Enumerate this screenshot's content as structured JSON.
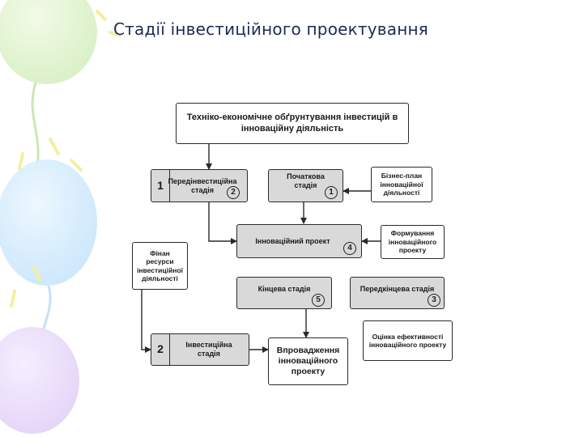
{
  "slide": {
    "title": "Стадії інвестиційного проектування",
    "colors": {
      "title": "#1e2a52",
      "box_gray": "#d9d9d9",
      "line": "#2a2a2a"
    }
  },
  "diagram": {
    "top_box": "Техніко-економічне обґрунтування інвестицій в інноваційну діяльність",
    "pre_investment": {
      "number": "1",
      "label": "Передінвестиційна стадія",
      "badge": "2"
    },
    "initial_stage": {
      "label": "Початкова стадія",
      "badge": "1"
    },
    "business_plan": "Бізнес-план інноваційної діяльності",
    "innovation_project": {
      "label": "Інноваційний проект",
      "badge": "4"
    },
    "forming": "Формування інноваційного проекту",
    "financial": "Фінан ресурси інвестиційної діяльності",
    "final_stage": {
      "label": "Кінцева стадія",
      "badge": "5"
    },
    "pre_final_stage": {
      "label": "Передкінцева стадія",
      "badge": "3"
    },
    "investment": {
      "number": "2",
      "label": "Інвестиційна стадія"
    },
    "implementation": "Впровадження інноваційного проекту",
    "efficiency": "Оцінка ефективності інноваційного проекту"
  }
}
